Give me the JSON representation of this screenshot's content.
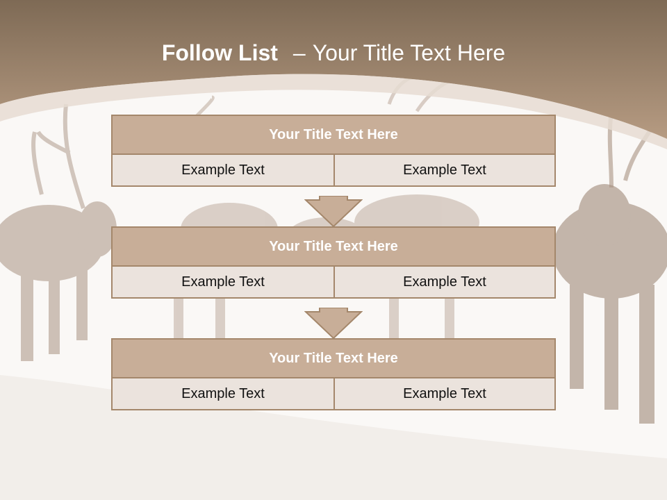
{
  "slide": {
    "title_bold": "Follow List",
    "title_separator": "–",
    "title_rest": "Your Title Text Here"
  },
  "blocks": [
    {
      "title": "Your Title Text Here",
      "left_text": "Example Text",
      "right_text": "Example Text"
    },
    {
      "title": "Your Title Text Here",
      "left_text": "Example Text",
      "right_text": "Example Text"
    },
    {
      "title": "Your Title Text Here",
      "left_text": "Example Text",
      "right_text": "Example Text"
    }
  ],
  "colors": {
    "banner_top": "#7e6a55",
    "banner_bottom": "#b69b82",
    "header_fill": "#c8ae98",
    "cell_fill": "#ebe3dd",
    "border": "#a4876b",
    "background": "#faf8f6"
  }
}
